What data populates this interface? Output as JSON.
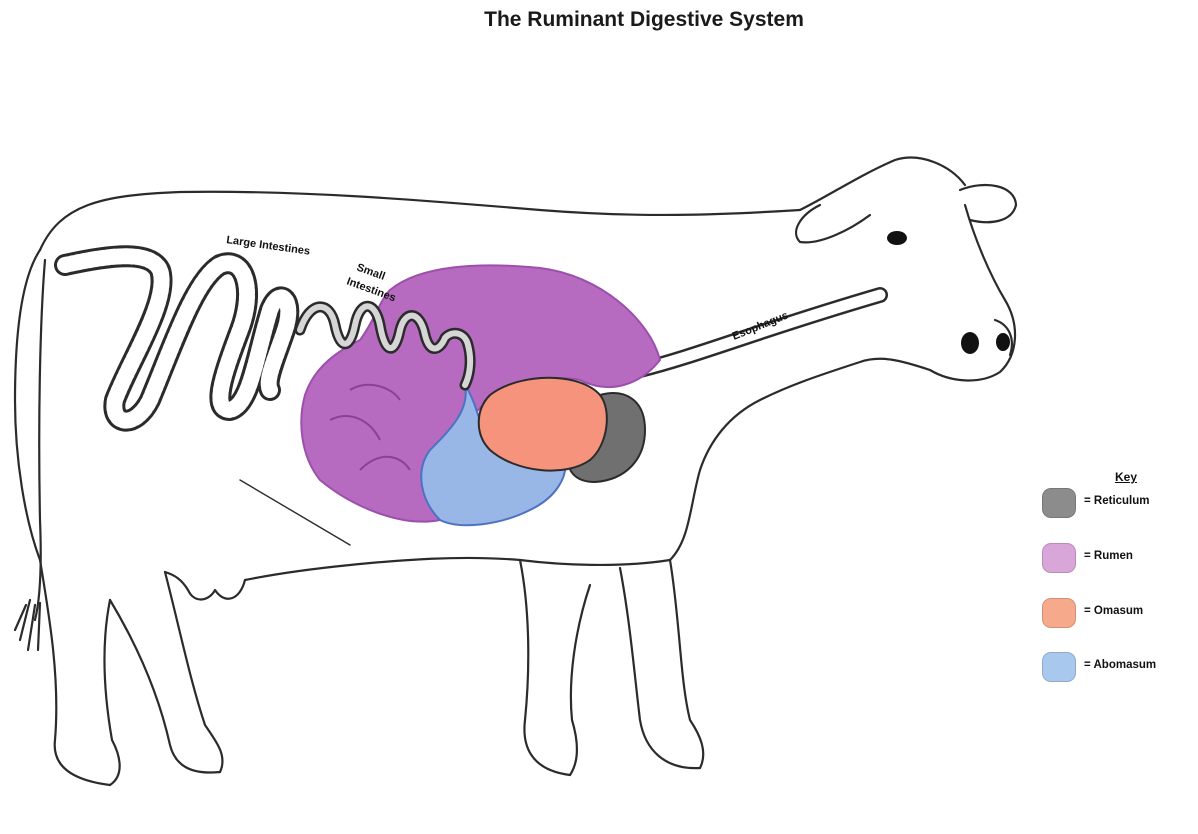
{
  "title": "The Ruminant Digestive System",
  "labels": {
    "large_intestines": "Large Intestines",
    "small_intestines_1": "Small",
    "small_intestines_2": "Intestines",
    "esophagus": "Esophagus"
  },
  "key": {
    "title": "Key",
    "items": [
      {
        "label": "= Reticulum",
        "color": "#8c8c8c"
      },
      {
        "label": "= Rumen",
        "color": "#d9a6d9"
      },
      {
        "label": "= Omasum",
        "color": "#f7a98b"
      },
      {
        "label": "= Abomasum",
        "color": "#a9c8ee"
      }
    ]
  },
  "colors": {
    "rumen": "#b66bc1",
    "rumen_dark": "#9d4fac",
    "omasum": "#f6937c",
    "abomasum": "#98b6e6",
    "reticulum": "#707070",
    "outline": "#2b2b2b"
  }
}
